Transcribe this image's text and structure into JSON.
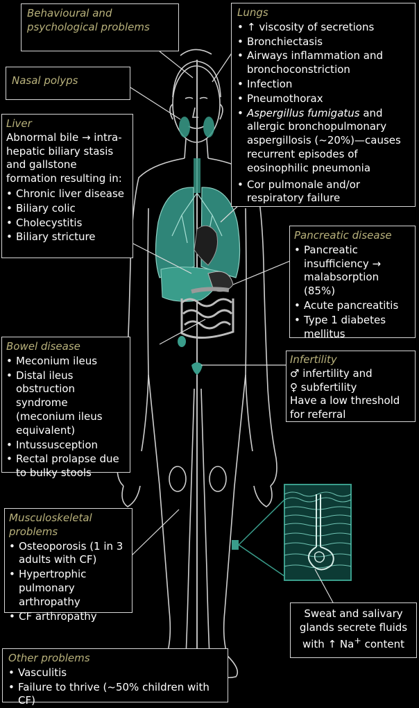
{
  "colors": {
    "accent": "#3a9d8b",
    "title": "#b9b27c",
    "outline": "#cfcfcf"
  },
  "boxes": {
    "behavioural": {
      "title": "Behavioural and psychological problems"
    },
    "nasal": {
      "title": "Nasal polyps"
    },
    "liver": {
      "title": "Liver",
      "intro": "Abnormal bile → intra-hepatic biliary stasis and gallstone formation resulting in:",
      "items": [
        "Chronic liver disease",
        "Biliary colic",
        "Cholecystitis",
        "Biliary stricture"
      ]
    },
    "lungs": {
      "title": "Lungs",
      "items": [
        "↑ viscosity of secretions",
        "Bronchiectasis",
        "Airways inflammation and bronchoconstriction",
        "Infection",
        "Pneumothorax",
        "Aspergillus fumigatus and allergic bronchopulmonary aspergillosis (~20%)—causes recurrent episodes of eosinophilic pneumonia",
        "Cor pulmonale and/or respiratory failure"
      ],
      "italic_part": "Aspergillus fumigatus",
      "after_italic": " and allergic bronchopulmonary aspergillosis (~20%)—causes recurrent episodes of eosinophilic pneumonia"
    },
    "pancreatic": {
      "title": "Pancreatic disease",
      "items": [
        "Pancreatic insufficiency → malabsorption (85%)",
        "Acute pancreatitis",
        "Type 1 diabetes mellitus"
      ]
    },
    "bowel": {
      "title": "Bowel disease",
      "items": [
        "Meconium ileus",
        "Distal ileus obstruction syndrome (meconium ileus equivalent)",
        "Intussusception",
        "Rectal prolapse due to bulky stools"
      ]
    },
    "infertility": {
      "title": "Infertility",
      "lines": [
        "♂ infertility and",
        "♀ subfertility",
        "Have a low threshold for referral"
      ]
    },
    "musculoskeletal": {
      "title": "Musculoskeletal problems",
      "items": [
        "Osteoporosis (1 in 3 adults with CF)",
        "Hypertrophic pulmonary arthropathy",
        "CF arthropathy"
      ]
    },
    "sweat": {
      "line1": "Sweat and salivary",
      "line2": "glands secrete fluids",
      "line3_prefix": "with ↑ Na",
      "line3_sup": "+",
      "line3_suffix": " content"
    },
    "other": {
      "title": "Other problems",
      "items": [
        "Vasculitis",
        "Failure to thrive (~50% children with CF)"
      ]
    }
  }
}
